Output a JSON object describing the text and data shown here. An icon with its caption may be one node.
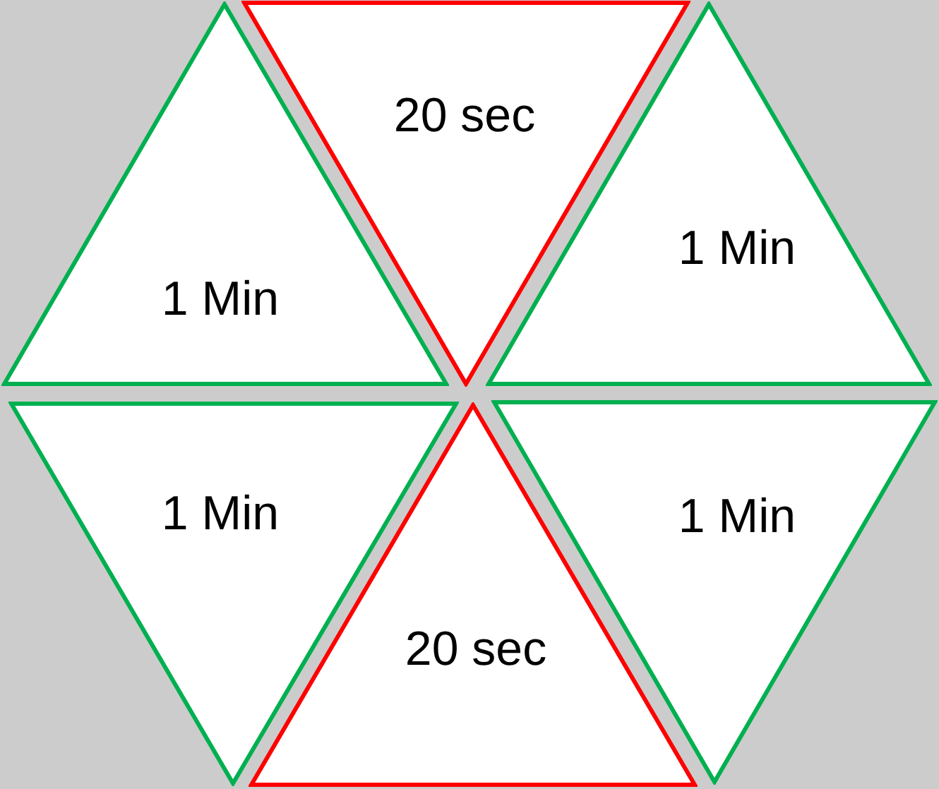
{
  "diagram": {
    "nodes": [
      {
        "text": [
          "1 Min"
        ]
      },
      {
        "text": [
          "20 sec"
        ]
      },
      {
        "text": [
          "1 Min"
        ]
      },
      {
        "text": [
          "1 Min"
        ]
      },
      {
        "text": [
          "20 sec"
        ]
      },
      {
        "text": [
          "1 Min"
        ]
      }
    ]
  }
}
